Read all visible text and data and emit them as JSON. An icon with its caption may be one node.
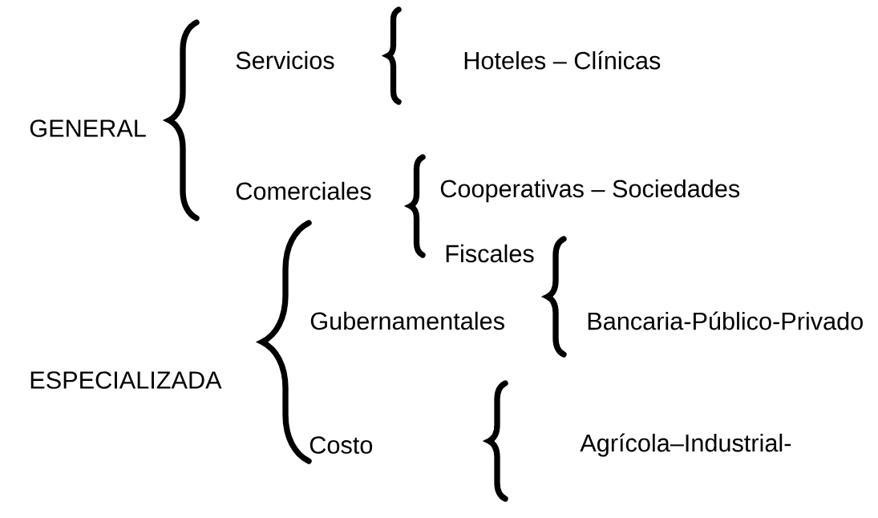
{
  "diagram": {
    "labels": [
      "Servicios",
      "Hoteles – Clínicas",
      "GENERAL",
      "Comerciales",
      "Cooperativas – Sociedades",
      "Fiscales",
      "Gubernamentales",
      "Bancaria-Público-Privado",
      "ESPECIALIZADA",
      "Costo",
      "Agrícola–Industrial-"
    ]
  }
}
